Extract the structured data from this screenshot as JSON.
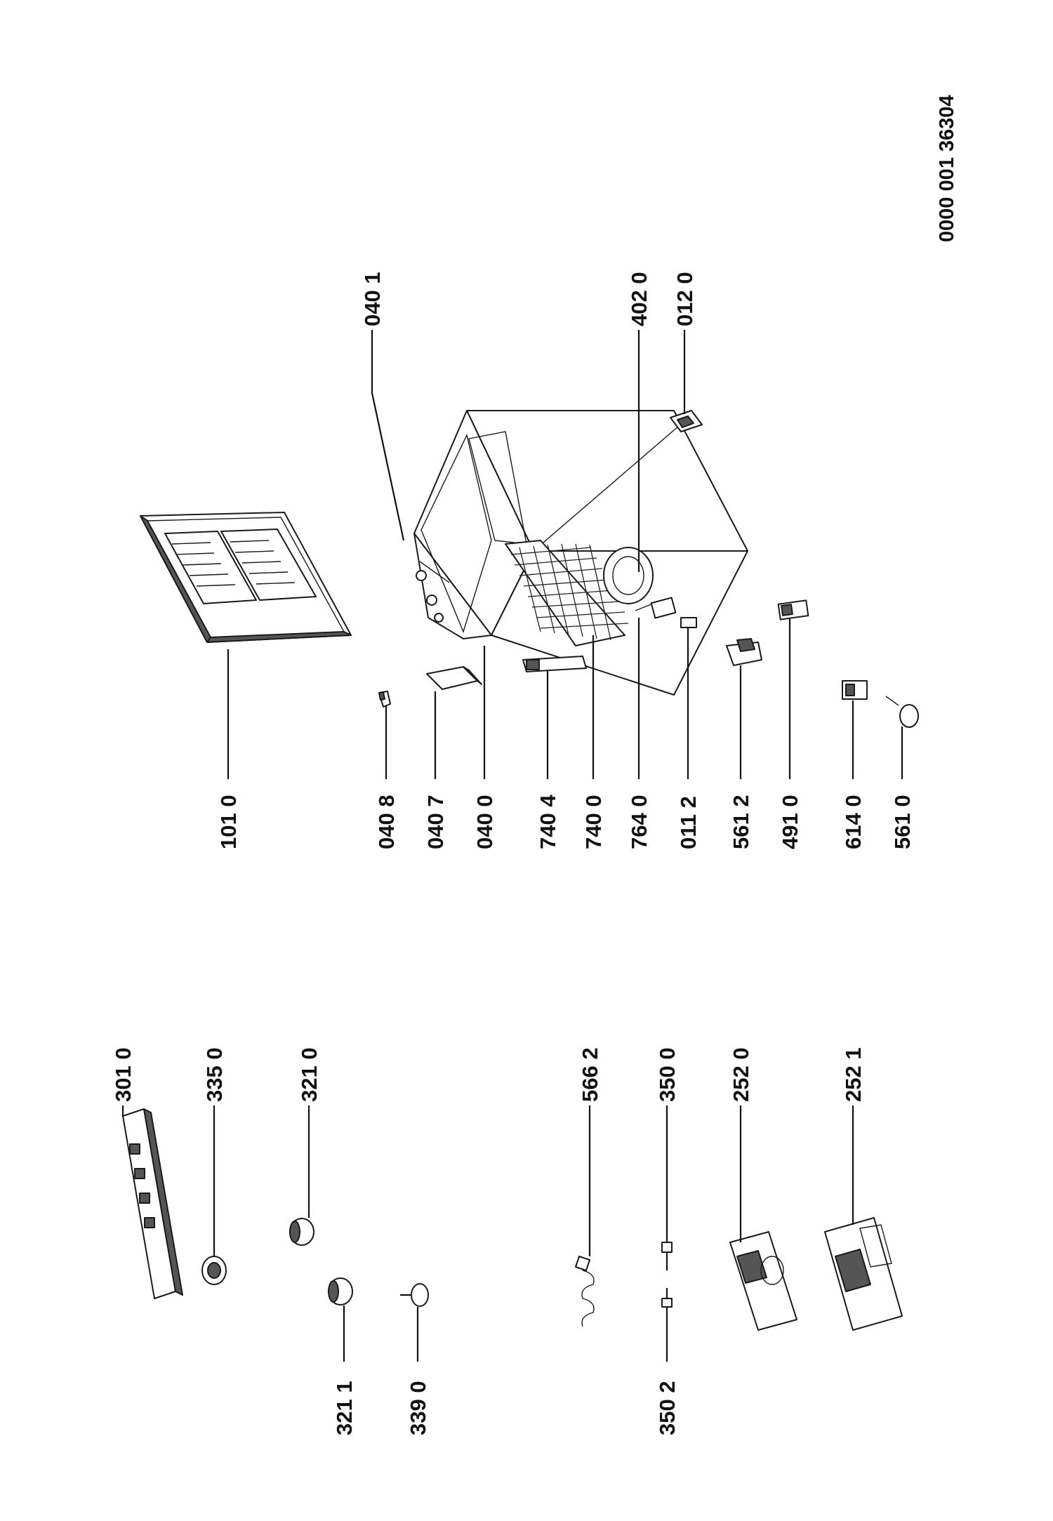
{
  "document_ref": "0000 001 36304",
  "callouts": {
    "p101_0": "101 0",
    "p040_1": "040 1",
    "p402_0": "402 0",
    "p012_0": "012 0",
    "p040_8": "040 8",
    "p040_7": "040 7",
    "p040_0": "040 0",
    "p740_4": "740 4",
    "p740_0": "740 0",
    "p764_0": "764 0",
    "p011_2": "011 2",
    "p561_2": "561 2",
    "p491_0": "491 0",
    "p614_0": "614 0",
    "p561_0": "561 0",
    "p301_0": "301 0",
    "p335_0": "335 0",
    "p321_0": "321 0",
    "p321_1": "321 1",
    "p339_0": "339 0",
    "p566_2": "566 2",
    "p350_0": "350 0",
    "p252_0": "252 0",
    "p252_1": "252 1",
    "p350_2": "350 2"
  }
}
